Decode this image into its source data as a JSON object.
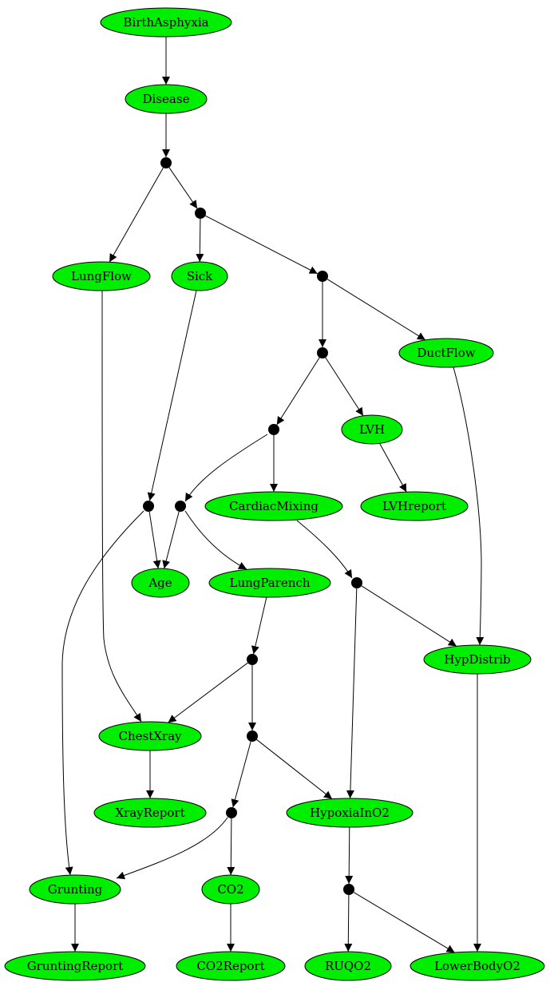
{
  "diagram": {
    "node_fill": "#00ee00",
    "stroke": "#000000",
    "nodes": [
      {
        "id": "BirthAsphyxia",
        "label": "BirthAsphyxia"
      },
      {
        "id": "Disease",
        "label": "Disease"
      },
      {
        "id": "LungFlow",
        "label": "LungFlow"
      },
      {
        "id": "Sick",
        "label": "Sick"
      },
      {
        "id": "DuctFlow",
        "label": "DuctFlow"
      },
      {
        "id": "LVH",
        "label": "LVH"
      },
      {
        "id": "CardiacMixing",
        "label": "CardiacMixing"
      },
      {
        "id": "LVHreport",
        "label": "LVHreport"
      },
      {
        "id": "Age",
        "label": "Age"
      },
      {
        "id": "LungParench",
        "label": "LungParench"
      },
      {
        "id": "HypDistrib",
        "label": "HypDistrib"
      },
      {
        "id": "ChestXray",
        "label": "ChestXray"
      },
      {
        "id": "XrayReport",
        "label": "XrayReport"
      },
      {
        "id": "HypoxiaInO2",
        "label": "HypoxiaInO2"
      },
      {
        "id": "Grunting",
        "label": "Grunting"
      },
      {
        "id": "CO2",
        "label": "CO2"
      },
      {
        "id": "GruntingReport",
        "label": "GruntingReport"
      },
      {
        "id": "CO2Report",
        "label": "CO2Report"
      },
      {
        "id": "RUQO2",
        "label": "RUQO2"
      },
      {
        "id": "LowerBodyO2",
        "label": "LowerBodyO2"
      }
    ],
    "junctions": [
      "J1",
      "J2",
      "J3",
      "J4",
      "J5",
      "J6",
      "J7",
      "J8",
      "J9",
      "J10",
      "J11",
      "J12"
    ],
    "edges": [
      [
        "BirthAsphyxia",
        "Disease"
      ],
      [
        "Disease",
        "J1"
      ],
      [
        "J1",
        "LungFlow"
      ],
      [
        "J1",
        "J2"
      ],
      [
        "J2",
        "Sick"
      ],
      [
        "J2",
        "J3"
      ],
      [
        "J3",
        "J4"
      ],
      [
        "J3",
        "DuctFlow"
      ],
      [
        "J4",
        "J5"
      ],
      [
        "J4",
        "LVH"
      ],
      [
        "LVH",
        "LVHreport"
      ],
      [
        "J5",
        "J6"
      ],
      [
        "J5",
        "CardiacMixing"
      ],
      [
        "Sick",
        "J7"
      ],
      [
        "J7",
        "Age"
      ],
      [
        "J7",
        "Grunting"
      ],
      [
        "J6",
        "Age"
      ],
      [
        "J6",
        "LungParench"
      ],
      [
        "CardiacMixing",
        "J8"
      ],
      [
        "J8",
        "HypDistrib"
      ],
      [
        "J8",
        "HypoxiaInO2"
      ],
      [
        "DuctFlow",
        "HypDistrib"
      ],
      [
        "LungParench",
        "J9"
      ],
      [
        "J9",
        "ChestXray"
      ],
      [
        "J9",
        "J10"
      ],
      [
        "LungFlow",
        "ChestXray"
      ],
      [
        "ChestXray",
        "XrayReport"
      ],
      [
        "J10",
        "HypoxiaInO2"
      ],
      [
        "J10",
        "J11"
      ],
      [
        "J11",
        "Grunting"
      ],
      [
        "J11",
        "CO2"
      ],
      [
        "Grunting",
        "GruntingReport"
      ],
      [
        "CO2",
        "CO2Report"
      ],
      [
        "HypoxiaInO2",
        "J12"
      ],
      [
        "J12",
        "RUQO2"
      ],
      [
        "J12",
        "LowerBodyO2"
      ],
      [
        "HypDistrib",
        "LowerBodyO2"
      ]
    ]
  }
}
